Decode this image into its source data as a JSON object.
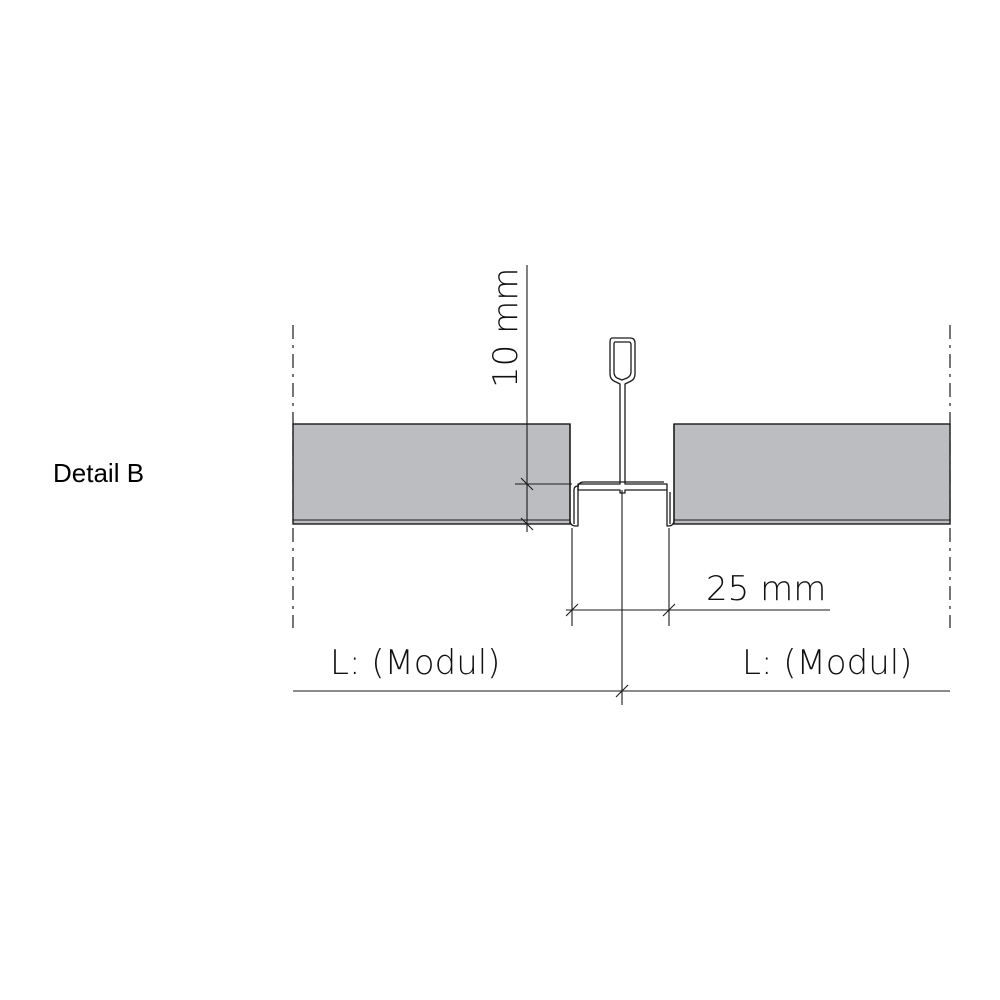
{
  "detail_label": "Detail B",
  "dimensions": {
    "height": "10 mm",
    "width": "25 mm",
    "module_left": "L: (Modul)",
    "module_right": "L: (Modul)"
  },
  "colors": {
    "panel_fill": "#bcbdc0",
    "line": "#1a1a1a"
  }
}
